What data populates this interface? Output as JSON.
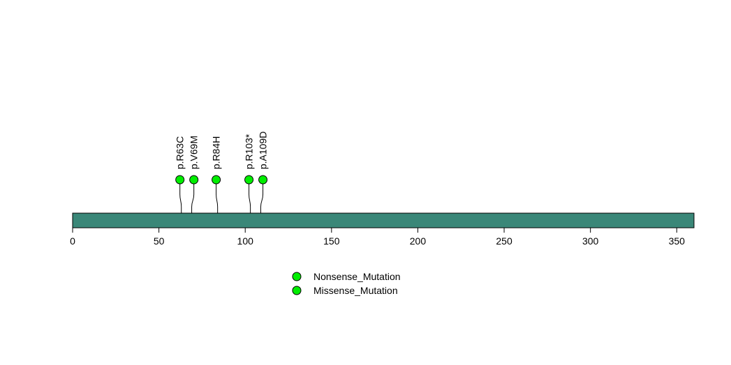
{
  "chart_data": {
    "type": "lollipop",
    "protein_length": 360,
    "xlim": [
      0,
      360
    ],
    "x_ticks": [
      0,
      50,
      100,
      150,
      200,
      250,
      300,
      350
    ],
    "x_tick_labels": [
      "0",
      "50",
      "100",
      "150",
      "200",
      "250",
      "300",
      "350"
    ],
    "colors": {
      "domain_bar": "#3a8778",
      "mutation_point": "#00ee00"
    },
    "mutations": [
      {
        "label": "p.R63C",
        "position": 63,
        "type": "Missense_Mutation"
      },
      {
        "label": "p.V69M",
        "position": 69,
        "type": "Missense_Mutation"
      },
      {
        "label": "p.R84H",
        "position": 84,
        "type": "Missense_Mutation"
      },
      {
        "label": "p.R103*",
        "position": 103,
        "type": "Nonsense_Mutation"
      },
      {
        "label": "p.A109D",
        "position": 109,
        "type": "Missense_Mutation"
      }
    ],
    "legend": [
      {
        "label": "Nonsense_Mutation",
        "color": "#00ee00"
      },
      {
        "label": "Missense_Mutation",
        "color": "#00ee00"
      }
    ]
  }
}
